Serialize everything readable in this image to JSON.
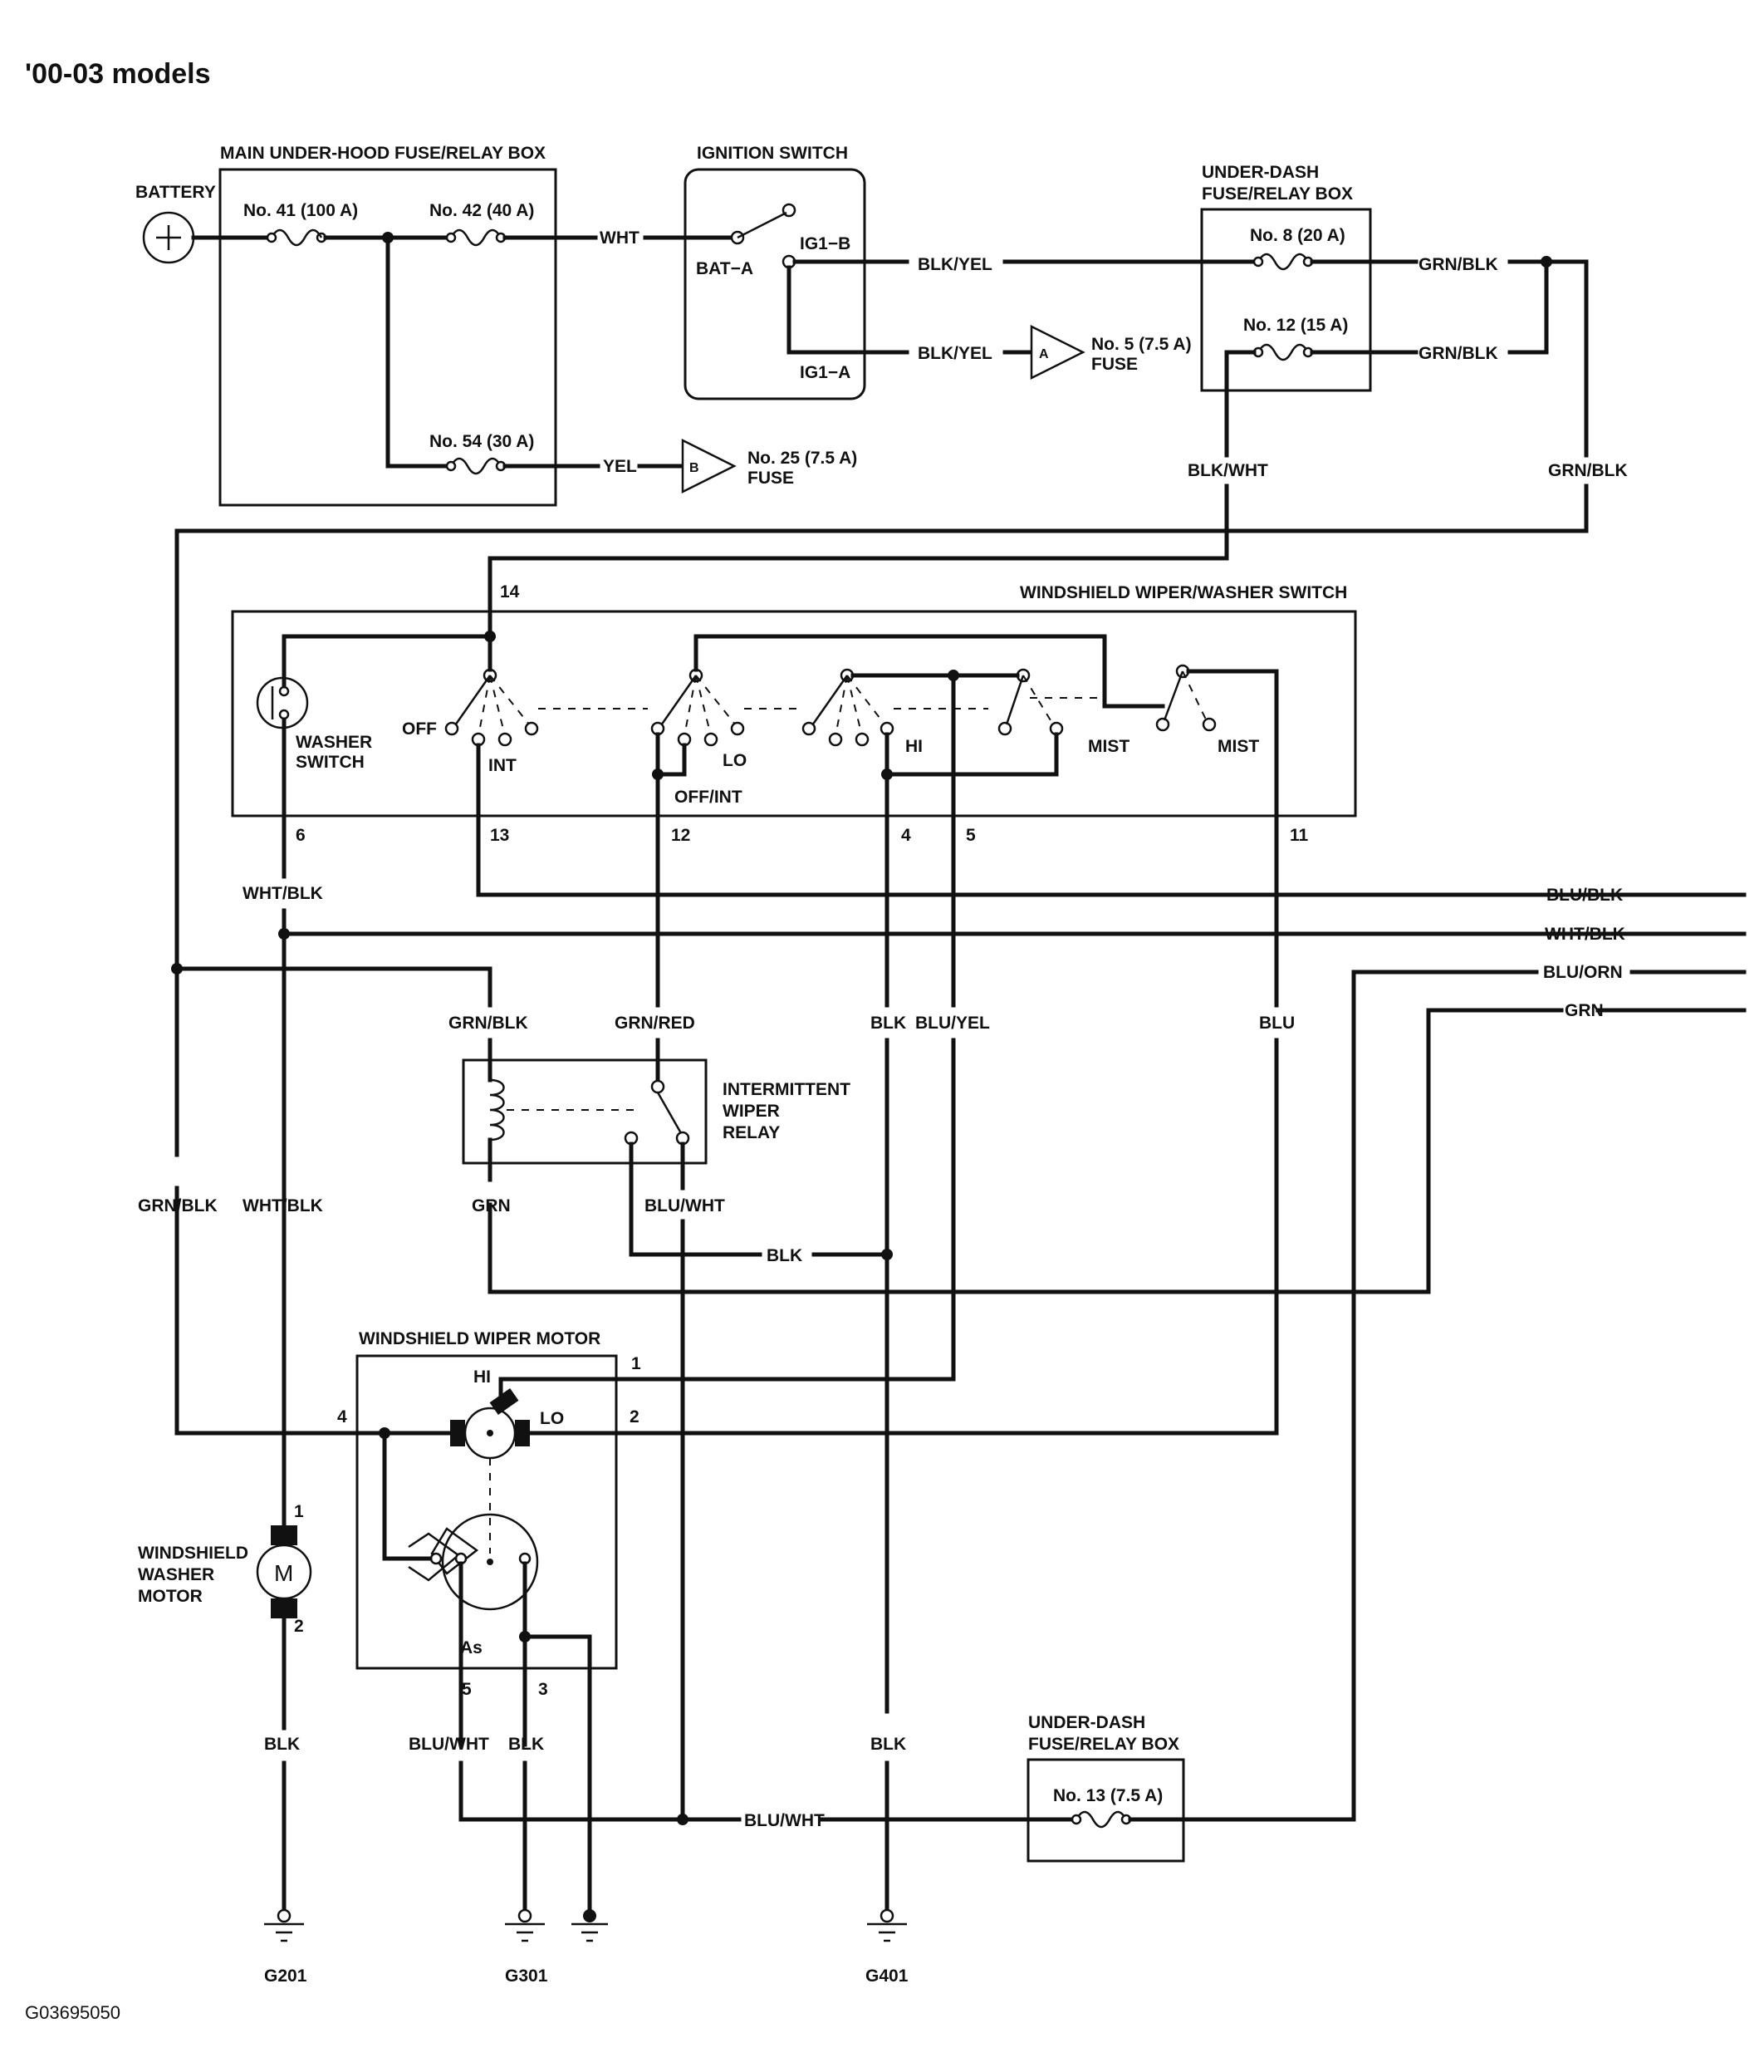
{
  "title": "'00-03 models",
  "figure_id": "G03695050",
  "components": {
    "battery": "BATTERY",
    "main_box": "MAIN UNDER-HOOD FUSE/RELAY BOX",
    "fuse41": "No. 41 (100 A)",
    "fuse42": "No. 42 (40 A)",
    "fuse54": "No. 54 (30 A)",
    "ignition": "IGNITION SWITCH",
    "bat_a": "BAT−A",
    "ig1_b": "IG1−B",
    "ig1_a": "IG1−A",
    "underdash_1": "UNDER-DASH",
    "underdash_2": "FUSE/RELAY BOX",
    "fuse8": "No. 8 (20 A)",
    "fuse12": "No. 12 (15 A)",
    "fuse13": "No. 13 (7.5 A)",
    "ref_a": "A",
    "ref_a_fuse1": "No. 5 (7.5 A)",
    "ref_a_fuse2": "FUSE",
    "ref_b": "B",
    "ref_b_fuse1": "No. 25 (7.5 A)",
    "ref_b_fuse2": "FUSE",
    "wiper_switch": "WINDSHIELD WIPER/WASHER SWITCH",
    "washer_sw1": "WASHER",
    "washer_sw2": "SWITCH",
    "off": "OFF",
    "int": "INT",
    "lo": "LO",
    "off_int": "OFF/INT",
    "hi": "HI",
    "mist1": "MIST",
    "mist2": "MIST",
    "relay1": "INTERMITTENT",
    "relay2": "WIPER",
    "relay3": "RELAY",
    "motor": "WINDSHIELD WIPER MOTOR",
    "motor_hi": "HI",
    "motor_lo": "LO",
    "motor_as": "As",
    "washer_motor1": "WINDSHIELD",
    "washer_motor2": "WASHER",
    "washer_motor3": "MOTOR",
    "m": "M",
    "g201": "G201",
    "g301": "G301",
    "g401": "G401"
  },
  "wires": {
    "wht": "WHT",
    "yel": "YEL",
    "blk_yel_1": "BLK/YEL",
    "blk_yel_2": "BLK/YEL",
    "grn_blk_1": "GRN/BLK",
    "grn_blk_2": "GRN/BLK",
    "blk_wht": "BLK/WHT",
    "grn_blk_3": "GRN/BLK",
    "blu_blk": "BLU/BLK",
    "wht_blk_r": "WHT/BLK",
    "blu_orn": "BLU/ORN",
    "grn_r": "GRN",
    "wht_blk_sw": "WHT/BLK",
    "grn_blk_relay": "GRN/BLK",
    "grn_red": "GRN/RED",
    "blk_4": "BLK",
    "blu_yel": "BLU/YEL",
    "blu": "BLU",
    "grn_blk_left": "GRN/BLK",
    "wht_blk_left": "WHT/BLK",
    "grn_relay": "GRN",
    "blu_wht_relay": "BLU/WHT",
    "blk_relay": "BLK",
    "blk_g201": "BLK",
    "blu_wht_5": "BLU/WHT",
    "blk_g301": "BLK",
    "blk_g401": "BLK",
    "blu_wht_bottom": "BLU/WHT"
  },
  "pins": {
    "p14": "14",
    "p6": "6",
    "p13": "13",
    "p12": "12",
    "p4": "4",
    "p5": "5",
    "p11": "11",
    "m1": "1",
    "m2": "2",
    "m4": "4",
    "m5": "5",
    "m3": "3",
    "wm1": "1",
    "wm2": "2"
  }
}
